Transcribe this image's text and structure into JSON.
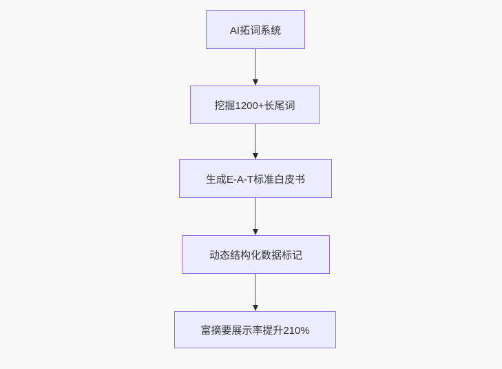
{
  "diagram": {
    "type": "flowchart-top-down",
    "nodes": [
      {
        "id": "n1",
        "label": "AI拓词系统"
      },
      {
        "id": "n2",
        "label": "挖掘1200+长尾词"
      },
      {
        "id": "n3",
        "label": "生成E-A-T标准白皮书"
      },
      {
        "id": "n4",
        "label": "动态结构化数据标记"
      },
      {
        "id": "n5",
        "label": "富摘要展示率提升210%"
      }
    ],
    "edges": [
      {
        "from": "n1",
        "to": "n2"
      },
      {
        "from": "n2",
        "to": "n3"
      },
      {
        "from": "n3",
        "to": "n4"
      },
      {
        "from": "n4",
        "to": "n5"
      }
    ],
    "colors": {
      "node_fill": "#ECECFF",
      "node_border": "#9370DB",
      "node_text": "#333333",
      "arrow": "#333333",
      "background": "#f8f8f8"
    }
  }
}
